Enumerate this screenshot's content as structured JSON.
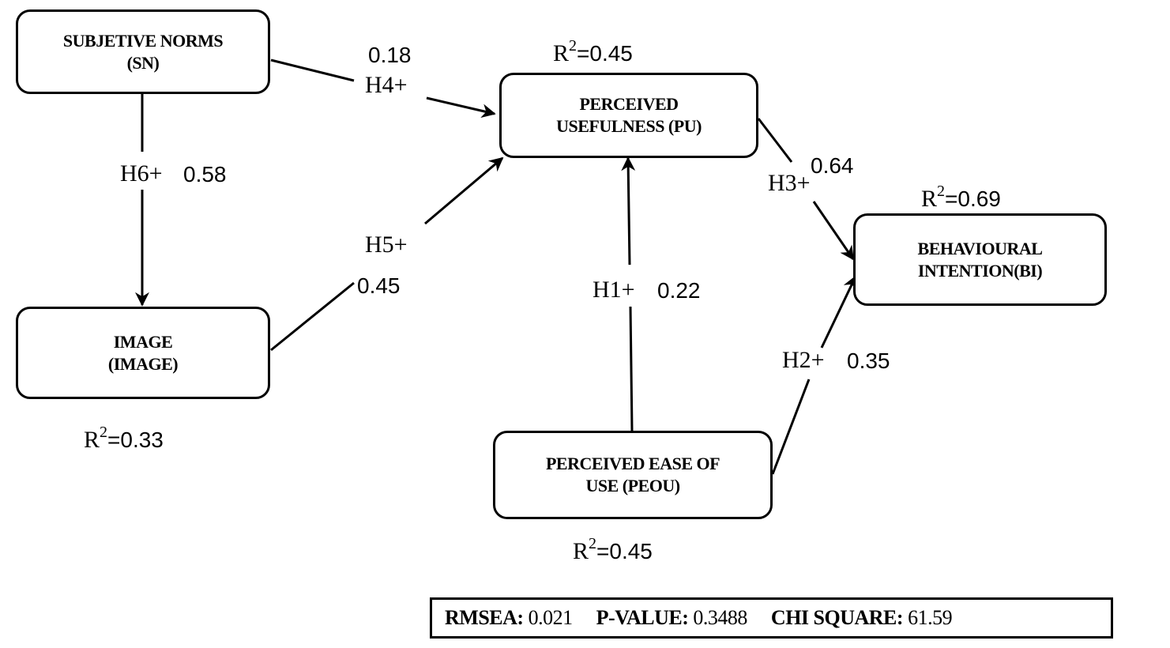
{
  "nodes": {
    "sn": {
      "line1": "SUBJETIVE NORMS",
      "line2": "(SN)"
    },
    "image": {
      "line1": "IMAGE",
      "line2": "(IMAGE)"
    },
    "pu": {
      "line1": "PERCEIVED",
      "line2": "USEFULNESS  (PU)"
    },
    "peou": {
      "line1": "PERCEIVED EASE OF",
      "line2": "USE (PEOU)"
    },
    "bi": {
      "line1": "BEHAVIOURAL",
      "line2": "INTENTION(BI)"
    }
  },
  "paths": {
    "h4": {
      "hypothesis": "H4+",
      "coefficient": "0.18"
    },
    "h6": {
      "hypothesis": "H6+",
      "coefficient": "0.58"
    },
    "h5": {
      "hypothesis": "H5+",
      "coefficient": "0.45"
    },
    "h1": {
      "hypothesis": "H1+",
      "coefficient": "0.22"
    },
    "h3": {
      "hypothesis": "H3+",
      "coefficient": "0.64"
    },
    "h2": {
      "hypothesis": "H2+",
      "coefficient": "0.35"
    }
  },
  "r_squared": {
    "label": "R",
    "superscript": "2",
    "pu": "=0.45",
    "bi": "=0.69",
    "image": "=0.33",
    "peou": "=0.45"
  },
  "fit_indices": {
    "rmsea_label": "RMSEA:",
    "rmsea_value": "0.021",
    "pvalue_label": "P-VALUE:",
    "pvalue_value": "0.3488",
    "chisq_label": "CHI SQUARE:",
    "chisq_value": "61.59"
  }
}
